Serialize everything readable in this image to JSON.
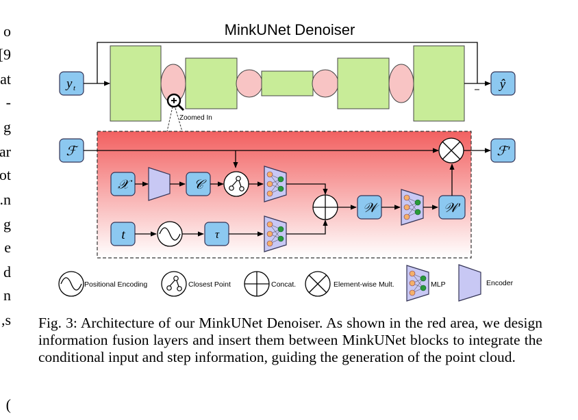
{
  "left_margin_fragments": [
    "o",
    "9]",
    "at",
    "-",
    "g",
    "ar",
    "ot",
    "n.",
    "g",
    "e",
    "d",
    "n",
    "s,",
    "",
    ")"
  ],
  "diagram": {
    "title": "MinkUNet Denoiser",
    "zoom_label": "Zoomed In",
    "inputs": {
      "y_t": "y",
      "y_t_sub": "t",
      "y_hat": "ŷ",
      "F": "ℱ",
      "F_prime": "ℱ′"
    },
    "inner": {
      "X": "𝒳",
      "C": "𝒞",
      "t": "t",
      "tau": "τ",
      "W": "𝒲",
      "W_prime": "𝒲′"
    },
    "legend": {
      "positional_encoding": "Positional Encoding",
      "closest_point": "Closest Point",
      "concat": "Concat.",
      "elementwise": "Element-wise Mult.",
      "mlp": "MLP",
      "encoder": "Encoder"
    },
    "colors": {
      "input_box": "#8cc8f0",
      "unet_block": "#c8ec98",
      "ellipse": "#f8c4c4",
      "encoder": "#c8c8f4",
      "fusion_top": "#f26060",
      "node_orange": "#f4b06a",
      "node_green": "#2a9a3a"
    }
  },
  "caption": "Fig. 3: Architecture of our MinkUNet Denoiser. As shown in the red area, we design information fusion layers and insert them between MinkUNet blocks to integrate the conditional input and step information, guiding the generation of the point cloud."
}
